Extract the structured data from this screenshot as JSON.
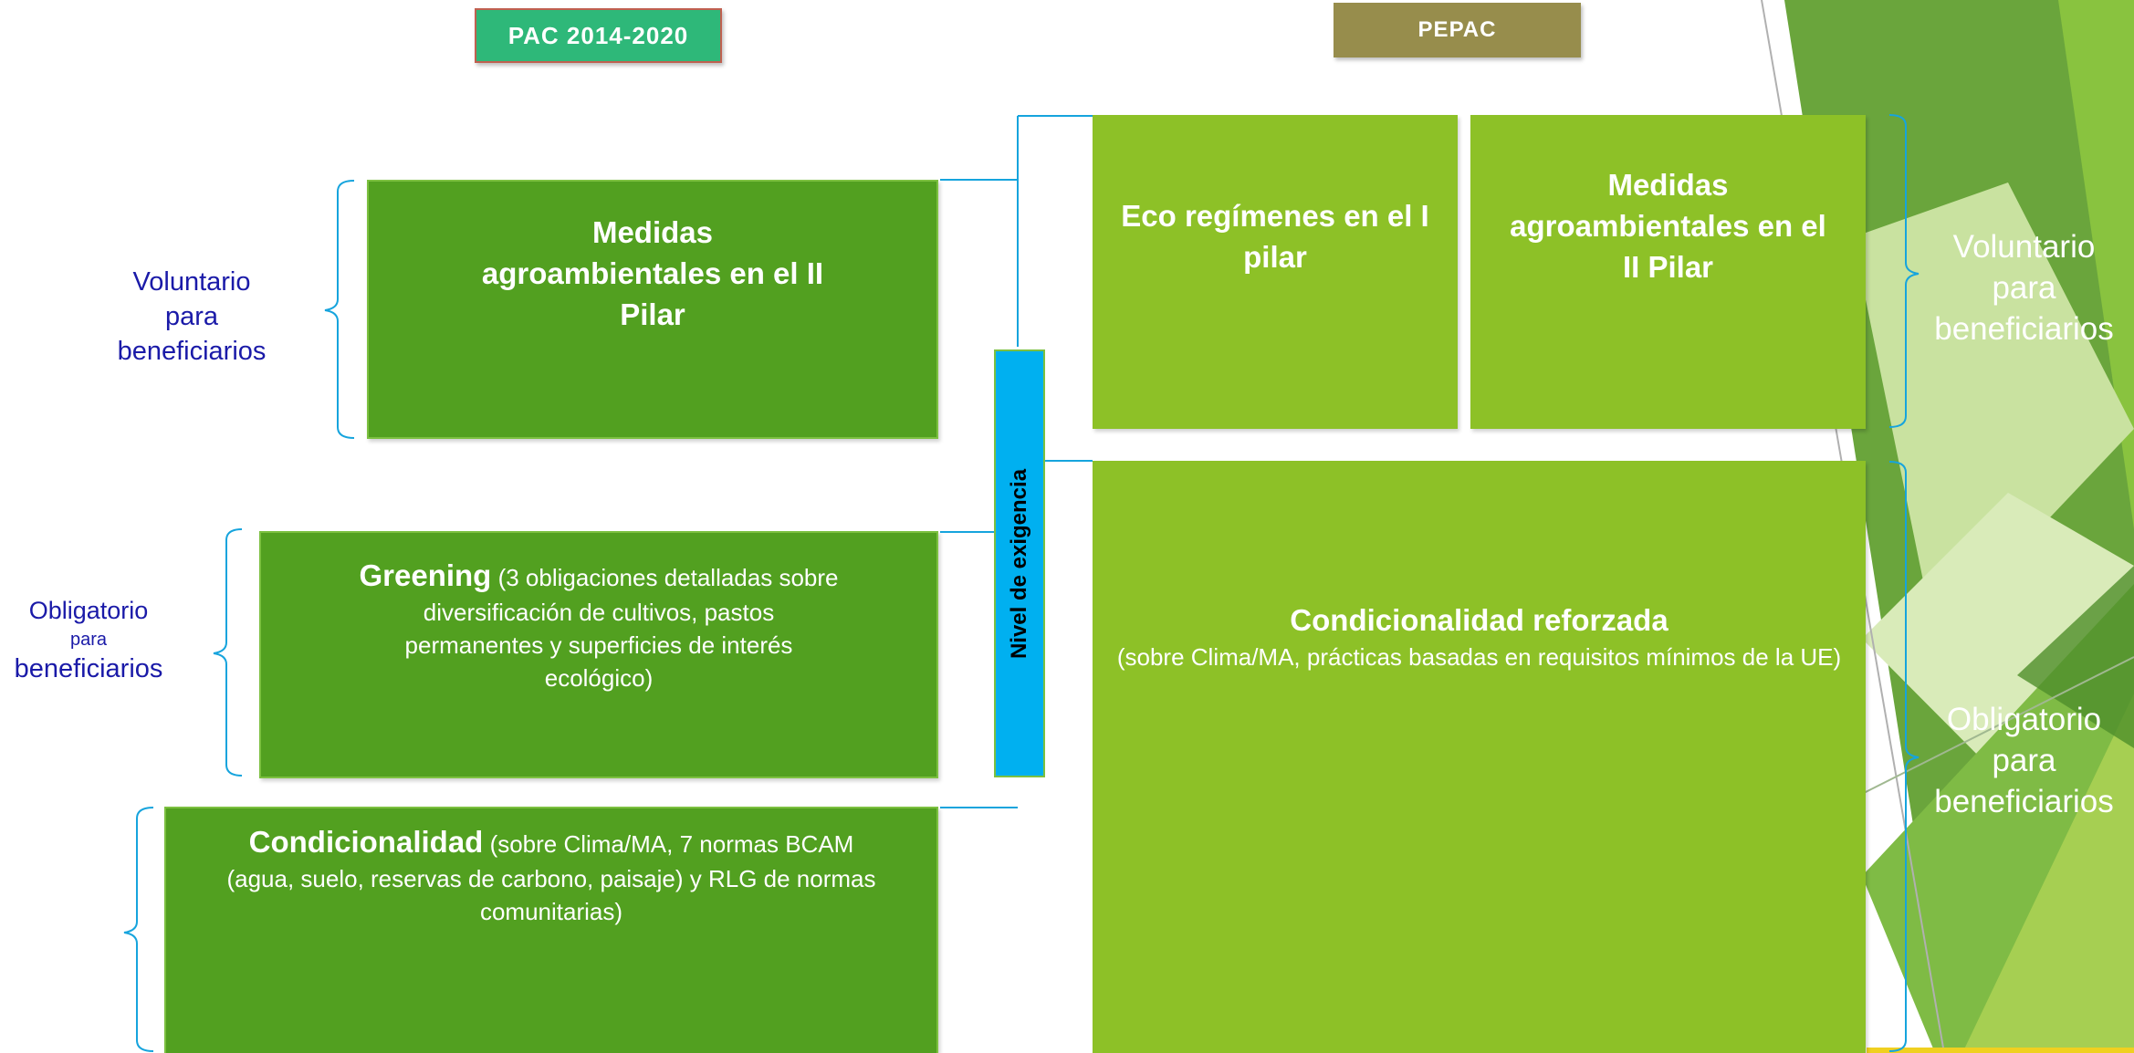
{
  "headers": {
    "left_tag": "PAC 2014-2020",
    "right_tag": "PEPAC"
  },
  "left": {
    "box1_title_lines": [
      "Medidas",
      "agroambientales en el II",
      "Pilar"
    ],
    "box2_title": "Greening",
    "box2_desc_first": "(3 obligaciones detalladas sobre",
    "box2_desc_rest": [
      "diversificación de cultivos, pastos",
      "permanentes y superficies de interés",
      "ecológico)"
    ],
    "box3_title": "Condicionalidad",
    "box3_desc_first": "(sobre Clima/MA, 7 normas BCAM",
    "box3_desc_rest": [
      "(agua, suelo, reservas de carbono, paisaje) y RLG de normas",
      "comunitarias)"
    ],
    "label_voluntario": [
      "Voluntario",
      "para",
      "beneficiarios"
    ],
    "label_obligatorio": [
      "Obligatorio",
      "para",
      "beneficiarios"
    ]
  },
  "center": {
    "bar_label": "Nivel de exigencia"
  },
  "right": {
    "eco_lines": [
      "Eco regímenes en el I",
      "pilar"
    ],
    "medidas_lines": [
      "Medidas",
      "agroambientales en el",
      "II Pilar"
    ],
    "cond_title": "Condicionalidad reforzada",
    "cond_desc": "(sobre Clima/MA, prácticas basadas en requisitos mínimos de la UE)",
    "label_voluntario": [
      "Voluntario",
      "para",
      "beneficiarios"
    ],
    "label_obligatorio": [
      "Obligatorio",
      "para",
      "beneficiarios"
    ]
  },
  "colors": {
    "dark_green": "#52a020",
    "light_green": "#8dc127",
    "pac_tag": "#2eb879",
    "pepac_tag": "#978d4c",
    "bracket_blue": "#16a4dd",
    "bar_blue": "#00b0f0"
  }
}
